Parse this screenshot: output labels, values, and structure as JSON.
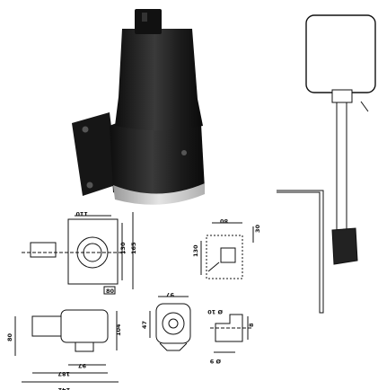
{
  "colors": {
    "housing": "#1b1b1b",
    "housing_highlight": "#3a3a3a",
    "collar": "#cfcfcf",
    "line": "#111111",
    "background": "#ffffff"
  },
  "drawings": {
    "front_view": {
      "width": "110",
      "height_inner": "130",
      "height_outer": "165",
      "small": "80"
    },
    "hole_pattern": {
      "width": "80",
      "height": "130",
      "small": "30"
    },
    "side_view": {
      "height": "80",
      "mid": "97",
      "length_a": "187",
      "length_b": "242",
      "depth": "104"
    },
    "end_view": {
      "width": "97",
      "height": "47"
    },
    "detail": {
      "diameter_a": "Ø 10",
      "diameter_b": "Ø 9",
      "depth": "8"
    }
  }
}
